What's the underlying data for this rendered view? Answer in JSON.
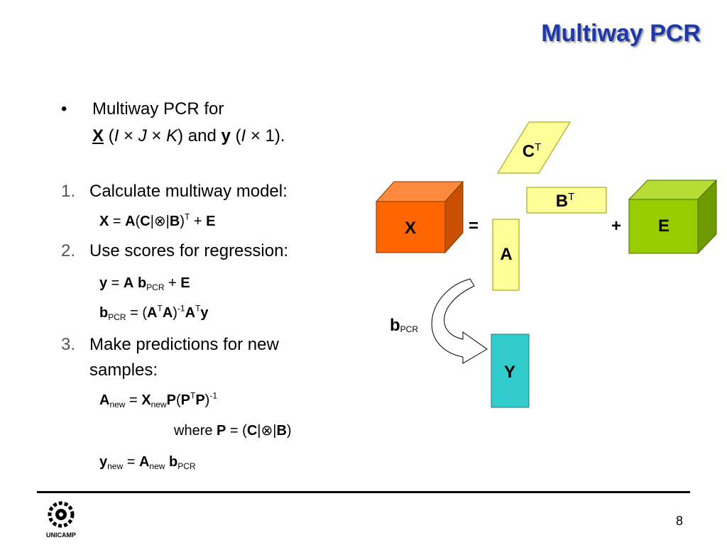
{
  "slide": {
    "title": "Multiway PCR",
    "page_number": "8",
    "logo_text": "UNICAMP"
  },
  "bullet": {
    "marker": "•",
    "line1": "Multiway PCR for",
    "line2": {
      "X": "X",
      "open1": " (",
      "I": "I",
      "times1": " × ",
      "J": "J",
      "times2": " × ",
      "K": "K",
      "close1": ") and ",
      "y": "y",
      "open2": " (",
      "I2": "I",
      "times3": " × 1)."
    }
  },
  "steps": [
    {
      "num": "1.",
      "text": "Calculate multiway model:"
    },
    {
      "num": "2.",
      "text": "Use scores for regression:"
    },
    {
      "num": "3.",
      "text": "Make predictions for new",
      "text2": "samples:"
    }
  ],
  "equations": {
    "model": {
      "X": "X",
      "eq": " = ",
      "A": "A",
      "p1": "(",
      "C": "C",
      "kr": "|⊗|",
      "B": "B",
      "p2": ")",
      "T": "T",
      "plus": " + ",
      "E": "E"
    },
    "regression": {
      "y": "y",
      "eq": " = ",
      "A": "A",
      "sp": " ",
      "b": "b",
      "sub": "PCR",
      "plus": " + ",
      "E": "E"
    },
    "bpcr": {
      "b": "b",
      "sub": "PCR",
      "eq": " = (",
      "A1": "A",
      "T1": "T",
      "A2": "A",
      "p": ")",
      "inv": "-1",
      "A3": "A",
      "T2": "T",
      "y": "y"
    },
    "anew": {
      "A": "A",
      "sub1": "new",
      "eq": " = ",
      "X": "X",
      "sub2": "new",
      "P1": "P",
      "p1": "(",
      "P2": "P",
      "T": "T",
      "P3": "P",
      "p2": ")",
      "inv": "-1"
    },
    "where": {
      "pre": "where ",
      "P": "P",
      "eq": " = (",
      "C": "C",
      "kr": "|⊗|",
      "B": "B",
      "p": ")"
    },
    "ynew": {
      "y": "y",
      "sub1": "new",
      "eq": " = ",
      "A": "A",
      "sub2": "new",
      "sp": " ",
      "b": "b",
      "sub3": "PCR"
    }
  },
  "diagram": {
    "X": "X",
    "equals": "=",
    "A": "A",
    "B": "B",
    "B_sup": "T",
    "C": "C",
    "C_sup": "T",
    "plus": "+",
    "E": "E",
    "Y": "Y",
    "b": "b",
    "b_sub": "PCR"
  },
  "colors": {
    "title": "#1f3aa8",
    "cube_X": "#ff6600",
    "cube_E": "#99cc00",
    "loading_yellow": "#ffff99",
    "Y_block": "#33cccc"
  }
}
